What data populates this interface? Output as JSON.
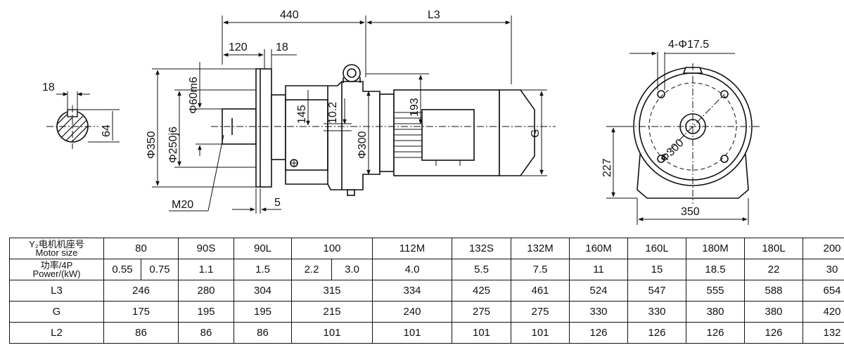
{
  "drawing": {
    "key_width": "18",
    "key_height": "64",
    "overall_length": "440",
    "motor_length": "L3",
    "flange_offset": "120",
    "flange_thickness": "18",
    "shaft_dia": "Φ60m6",
    "spigot_dia": "Φ250j6",
    "flange_dia": "Φ350",
    "thread": "M20",
    "spigot_depth": "5",
    "dim_145": "145",
    "dim_10_2": "10.2",
    "dim_300": "Φ300",
    "dim_193": "193",
    "motor_height": "G",
    "holes": "4-Φ17.5",
    "pcd": "Φ300",
    "center_height": "227",
    "base_width": "350"
  },
  "table": {
    "row_headers": [
      {
        "line1": "Y₂电机机座号",
        "line2": "Motor size"
      },
      {
        "line1": "功率/4P",
        "line2": "Power/(kW)"
      },
      {
        "line1": "L3",
        "line2": ""
      },
      {
        "line1": "G",
        "line2": ""
      },
      {
        "line1": "L2",
        "line2": ""
      }
    ],
    "motor_size": [
      "80",
      "90S",
      "90L",
      "100",
      "112M",
      "132S",
      "132M",
      "160M",
      "160L",
      "180M",
      "180L",
      "200"
    ],
    "power": [
      "0.55",
      "0.75",
      "1.1",
      "1.5",
      "2.2",
      "3.0",
      "4.0",
      "5.5",
      "7.5",
      "11",
      "15",
      "18.5",
      "22",
      "30"
    ],
    "L3": [
      "246",
      "280",
      "304",
      "315",
      "334",
      "425",
      "461",
      "524",
      "547",
      "555",
      "588",
      "654"
    ],
    "G": [
      "175",
      "195",
      "195",
      "215",
      "240",
      "275",
      "275",
      "330",
      "330",
      "380",
      "380",
      "420"
    ],
    "L2": [
      "86",
      "86",
      "86",
      "101",
      "101",
      "101",
      "101",
      "126",
      "126",
      "126",
      "126",
      "132"
    ]
  }
}
